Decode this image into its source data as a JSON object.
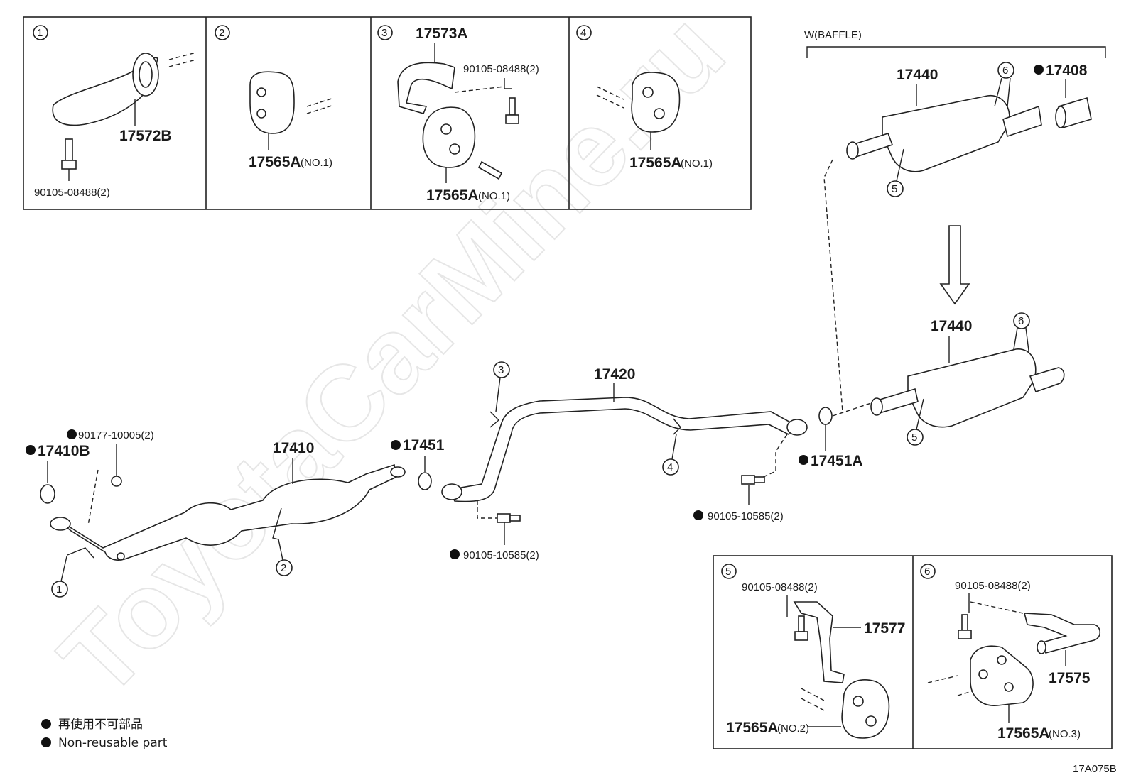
{
  "watermark": "ToyotaCarMine.ru",
  "drawing_code": "17A075B",
  "baffle_label": "W(BAFFLE)",
  "legend": {
    "japanese": "再使用不可部品",
    "english": "Non-reusable part"
  },
  "callouts": [
    "1",
    "2",
    "3",
    "4",
    "5",
    "6"
  ],
  "inset_1": {
    "parts": [
      "17572B",
      "90105-08488(2)"
    ]
  },
  "inset_2": {
    "parts": [
      "17565A"
    ],
    "note": "(NO.1)"
  },
  "inset_3": {
    "parts": [
      "17573A",
      "90105-08488(2)",
      "17565A"
    ],
    "note": "(NO.1)"
  },
  "inset_4": {
    "parts": [
      "17565A"
    ],
    "note": "(NO.1)"
  },
  "inset_5": {
    "parts": [
      "90105-08488(2)",
      "17577",
      "17565A"
    ],
    "note": "(NO.2)"
  },
  "inset_6": {
    "parts": [
      "90105-08488(2)",
      "17575",
      "17565A"
    ],
    "note": "(NO.3)"
  },
  "main": {
    "p17410B": "17410B",
    "p90177": "90177-10005(2)",
    "p17410": "17410",
    "p17451": "17451",
    "p17420": "17420",
    "p90105_a": "90105-10585(2)",
    "p90105_b": "90105-10585(2)",
    "p17451A": "17451A",
    "p17440_top": "17440",
    "p17440_bottom": "17440",
    "p17408": "17408"
  }
}
